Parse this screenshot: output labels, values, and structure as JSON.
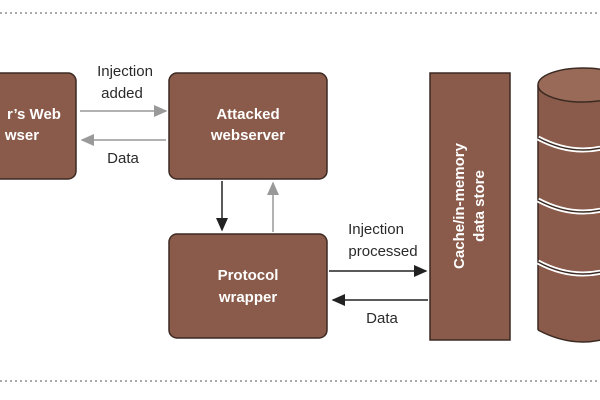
{
  "diagram": {
    "nodes": {
      "browser": {
        "line1": "r’s Web",
        "line2": "wser"
      },
      "webserver": {
        "line1": "Attacked",
        "line2": "webserver"
      },
      "protocol": {
        "line1": "Protocol",
        "line2": "wrapper"
      },
      "cache": {
        "line1": "Cache/in-memory",
        "line2": "data store"
      }
    },
    "edges": {
      "injection_added": {
        "line1": "Injection",
        "line2": "added"
      },
      "data_to_browser": "Data",
      "injection_processed": {
        "line1": "Injection",
        "line2": "processed"
      },
      "data_to_protocol": "Data"
    },
    "colors": {
      "box_fill": "#8a5a4a",
      "box_stroke": "#3b2a22",
      "arrow": "#222222",
      "arrow_light": "#999999",
      "frame_dash": "#555555"
    }
  }
}
